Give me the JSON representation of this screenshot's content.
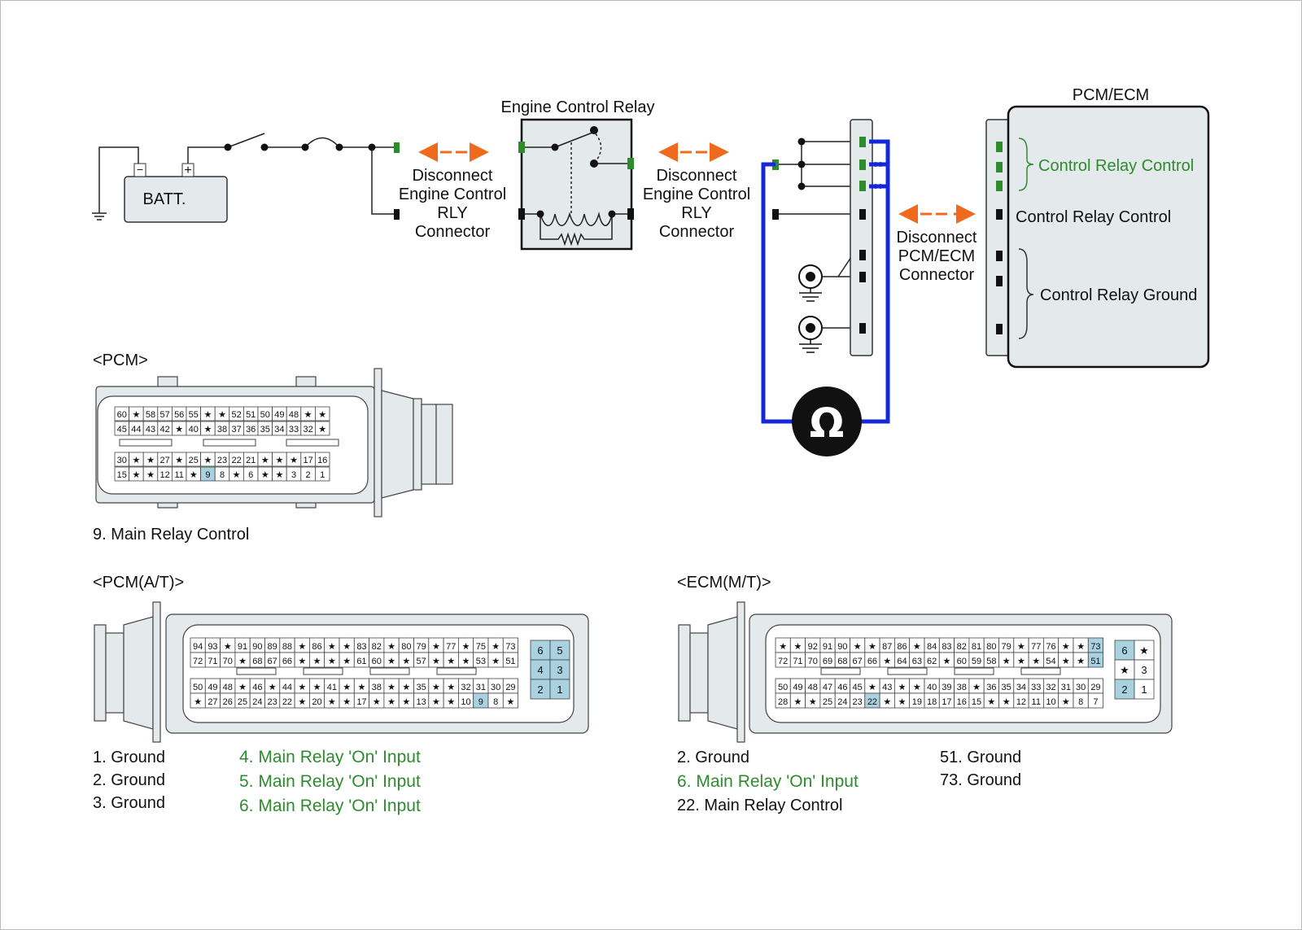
{
  "colors": {
    "highlight_cell": "#a9d1df",
    "green": "#2e8b2e",
    "wire_blue": "#1428d8",
    "arrow_orange": "#f06a1e",
    "panel_fill": "#e4e9eb"
  },
  "circuit": {
    "battery": {
      "label": "BATT.",
      "minus": "−",
      "plus": "+"
    },
    "relay": {
      "title": "Engine Control Relay"
    },
    "disconnect_left": [
      "Disconnect",
      "Engine Control",
      "RLY",
      "Connector"
    ],
    "disconnect_mid": [
      "Disconnect",
      "Engine Control",
      "RLY",
      "Connector"
    ],
    "disconnect_right": [
      "Disconnect",
      "PCM/ECM",
      "Connector"
    ],
    "ohmmeter_symbol": "Ω",
    "pcm_ecm": {
      "title": "PCM/ECM",
      "control_relay_control_green": "Control Relay Control",
      "control_relay_control": "Control Relay Control",
      "control_relay_ground": "Control Relay Ground"
    }
  },
  "pcm": {
    "title": "<PCM>",
    "rows": [
      [
        "60",
        "★",
        "58",
        "57",
        "56",
        "55",
        "★",
        "★",
        "52",
        "51",
        "50",
        "49",
        "48",
        "★",
        "★"
      ],
      [
        "45",
        "44",
        "43",
        "42",
        "★",
        "40",
        "★",
        "38",
        "37",
        "36",
        "35",
        "34",
        "33",
        "32",
        "★"
      ],
      [
        "30",
        "★",
        "★",
        "27",
        "★",
        "25",
        "★",
        "23",
        "22",
        "21",
        "★",
        "★",
        "★",
        "17",
        "16"
      ],
      [
        "15",
        "★",
        "★",
        "12",
        "11",
        "★",
        "9",
        "8",
        "★",
        "6",
        "★",
        "★",
        "3",
        "2",
        "1"
      ]
    ],
    "highlights": [
      "9"
    ],
    "captions": [
      "9. Main Relay Control"
    ]
  },
  "pcm_at": {
    "title": "<PCM(A/T)>",
    "rows": [
      [
        "94",
        "93",
        "★",
        "91",
        "90",
        "89",
        "88",
        "★",
        "86",
        "★",
        "★",
        "83",
        "82",
        "★",
        "80",
        "79",
        "★",
        "77",
        "★",
        "75",
        "★",
        "73"
      ],
      [
        "72",
        "71",
        "70",
        "★",
        "68",
        "67",
        "66",
        "★",
        "★",
        "★",
        "★",
        "61",
        "60",
        "★",
        "★",
        "57",
        "★",
        "★",
        "★",
        "53",
        "★",
        "51"
      ],
      [
        "50",
        "49",
        "48",
        "★",
        "46",
        "★",
        "44",
        "★",
        "★",
        "41",
        "★",
        "★",
        "38",
        "★",
        "★",
        "35",
        "★",
        "★",
        "32",
        "31",
        "30",
        "29"
      ],
      [
        "★",
        "27",
        "26",
        "25",
        "24",
        "23",
        "22",
        "★",
        "20",
        "★",
        "★",
        "17",
        "★",
        "★",
        "★",
        "13",
        "★",
        "★",
        "10",
        "9",
        "8",
        "★"
      ]
    ],
    "small_block": [
      "6",
      "5",
      "4",
      "3",
      "2",
      "1"
    ],
    "highlights": [
      "9",
      "6",
      "5",
      "4",
      "3",
      "2",
      "1"
    ],
    "captions_left": [
      "1. Ground",
      "2. Ground",
      "3. Ground"
    ],
    "captions_right": [
      "4. Main Relay 'On' Input",
      "5. Main Relay 'On' Input",
      "6. Main Relay 'On' Input"
    ]
  },
  "ecm_mt": {
    "title": "<ECM(M/T)>",
    "rows": [
      [
        "★",
        "★",
        "92",
        "91",
        "90",
        "★",
        "★",
        "87",
        "86",
        "★",
        "84",
        "83",
        "82",
        "81",
        "80",
        "79",
        "★",
        "77",
        "76",
        "★",
        "★",
        "73"
      ],
      [
        "72",
        "71",
        "70",
        "69",
        "68",
        "67",
        "66",
        "★",
        "64",
        "63",
        "62",
        "★",
        "60",
        "59",
        "58",
        "★",
        "★",
        "★",
        "54",
        "★",
        "★",
        "51"
      ],
      [
        "50",
        "49",
        "48",
        "47",
        "46",
        "45",
        "★",
        "43",
        "★",
        "★",
        "40",
        "39",
        "38",
        "★",
        "36",
        "35",
        "34",
        "33",
        "32",
        "31",
        "30",
        "29"
      ],
      [
        "28",
        "★",
        "★",
        "25",
        "24",
        "23",
        "22",
        "★",
        "★",
        "19",
        "18",
        "17",
        "16",
        "15",
        "★",
        "★",
        "12",
        "11",
        "10",
        "★",
        "8",
        "7"
      ]
    ],
    "small_block": [
      "6",
      "★",
      "★",
      "3",
      "2",
      "1"
    ],
    "highlights": [
      "73",
      "51",
      "22",
      "6",
      "2"
    ],
    "captions_left": [
      "2. Ground",
      "6. Main Relay 'On' Input",
      "22. Main Relay Control"
    ],
    "captions_right": [
      "51. Ground",
      "73. Ground"
    ]
  }
}
